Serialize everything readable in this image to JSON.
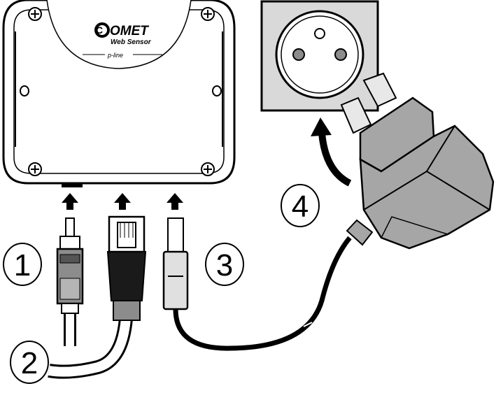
{
  "device": {
    "brand": "OMET",
    "brand_initial": "C",
    "product": "Web Sensor",
    "line": "p-line"
  },
  "steps": [
    {
      "number": "1",
      "component": "sensor-cinch-plug"
    },
    {
      "number": "2",
      "component": "ethernet-cable"
    },
    {
      "number": "3",
      "component": "dc-power-jack"
    },
    {
      "number": "4",
      "component": "power-adapter"
    }
  ],
  "colors": {
    "outline": "#000000",
    "enclosure": "#ffffff",
    "socket_plate": "#d9d9d9",
    "adapter_body": "#a6a6a6",
    "plug_grey": "#8c8c8c",
    "arrow": "#000000"
  },
  "icons": [
    "up-arrow-icon",
    "curved-arrow-icon",
    "screw-icon",
    "socket-pin-icon"
  ]
}
